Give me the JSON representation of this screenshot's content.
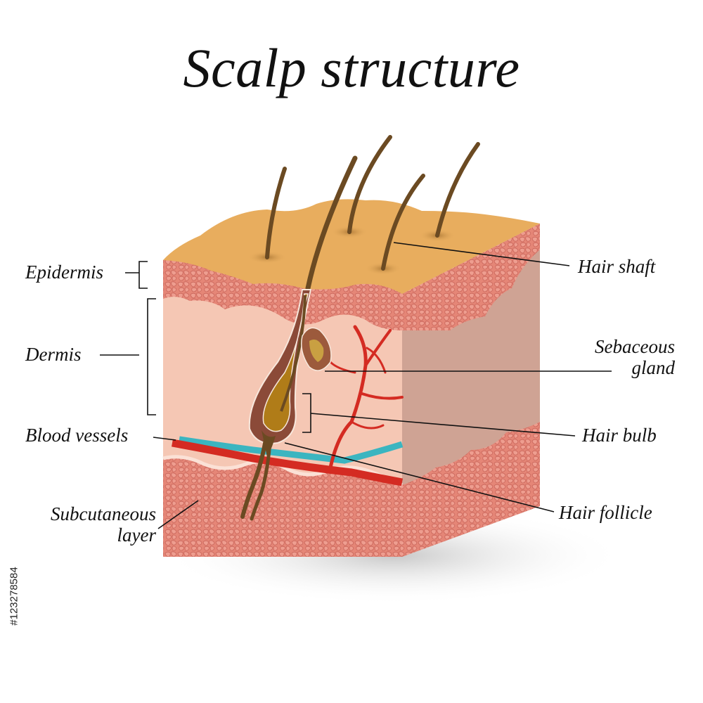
{
  "title": "Scalp structure",
  "labels": {
    "epidermis": "Epidermis",
    "dermis": "Dermis",
    "blood_vessels": "Blood vessels",
    "subcutaneous_line1": "Subcutaneous",
    "subcutaneous_line2": "layer",
    "hair_shaft": "Hair shaft",
    "sebaceous_line1": "Sebaceous",
    "sebaceous_line2": "gland",
    "hair_bulb": "Hair bulb",
    "hair_follicle": "Hair follicle"
  },
  "watermark_id": "#123278584",
  "colors": {
    "epidermis_top": "#e8ad5e",
    "epidermis_cells": "#e0857a",
    "dermis": "#f5c7b4",
    "side_face": "#cfa394",
    "hair": "#6b4a22",
    "artery": "#d42b22",
    "vein": "#3bb5c0",
    "follicle": "#8b4a38",
    "bulb_core": "#b07c18",
    "gland": "#9c5a3c",
    "gland_core": "#c9a042"
  }
}
